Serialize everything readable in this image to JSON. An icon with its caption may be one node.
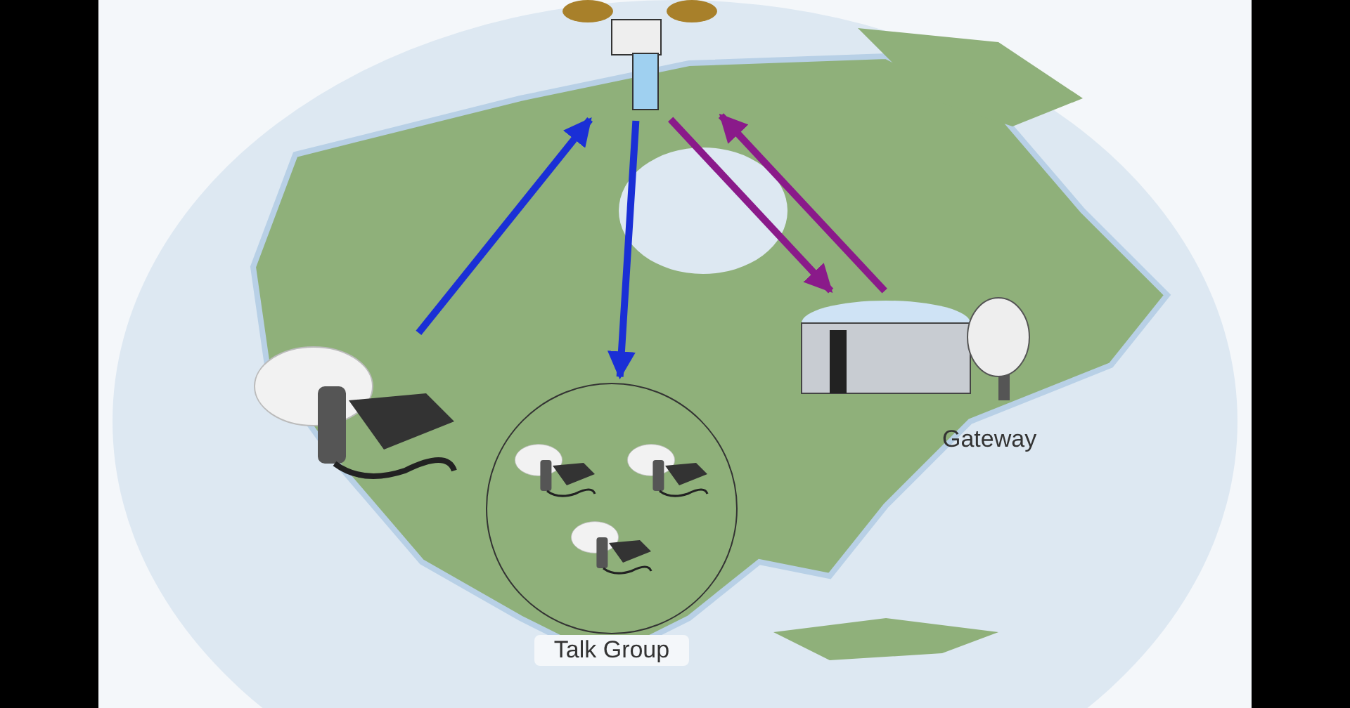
{
  "diagram": {
    "nodes": [
      {
        "text": [],
        "shape": "picture"
      },
      {
        "text": [],
        "shape": "picture"
      },
      {
        "text": [
          "Talk Group"
        ]
      },
      {
        "text": [],
        "shape": "picture",
        "in": 2
      },
      {
        "text": [],
        "shape": "picture",
        "in": 2
      },
      {
        "text": [],
        "shape": "picture",
        "in": 2
      },
      {
        "text": [
          "Gateway"
        ]
      }
    ],
    "edges": [
      {
        "from": 1,
        "to": 0,
        "arrow": "to",
        "color": "#1a2fd6"
      },
      {
        "from": 0,
        "to": 2,
        "arrow": "to",
        "color": "#1a2fd6"
      },
      {
        "from": 6,
        "to": 0,
        "arrow": "to",
        "color": "#8a1a8a"
      },
      {
        "from": 0,
        "to": 6,
        "arrow": "to",
        "color": "#8a1a8a"
      }
    ]
  }
}
